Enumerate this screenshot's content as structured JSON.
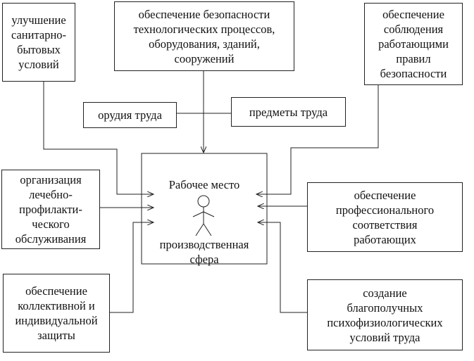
{
  "boxes": {
    "sanitary": "улучшение\nсанитарно-\nбытовых\nусловий",
    "safety_processes": "обеспечение безопасности\nтехнологических процессов,\nоборудования, зданий,\nсооружений",
    "safety_rules": "обеспечение\nсоблюдения\nработающими\nправил\nбезопасности",
    "tools": "орудия труда",
    "objects": "предметы труда",
    "medical": "организация\nлечебно-\nпрофилакти-\nческого\nобслуживания",
    "professional": "обеспечение\nпрофессионального\nсоответствия\nработающих",
    "protection": "обеспечение\nколлективной и\nиндивидуальной\nзащиты",
    "psycho": "создание\nблагополучных\nпсихофизиологических\nусловий труда"
  },
  "workplace": {
    "title": "Рабочее место",
    "sphere": "производственная\nсфера"
  }
}
